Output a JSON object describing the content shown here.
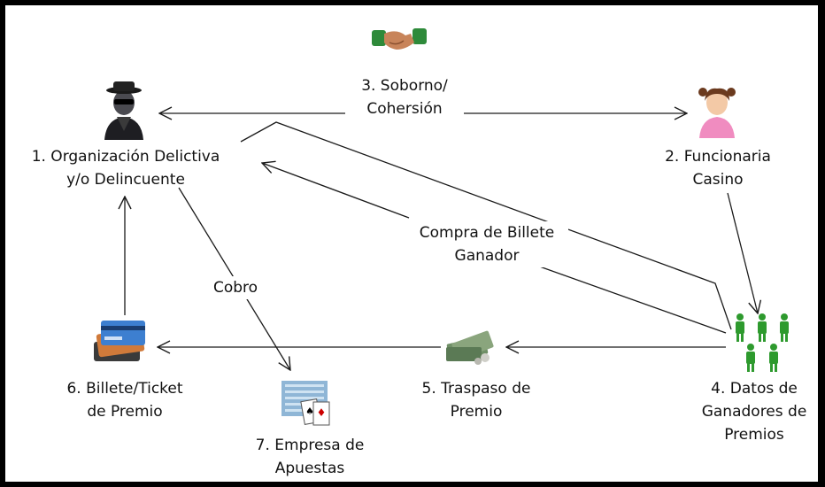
{
  "nodes": {
    "organizacion": {
      "line1": "1. Organización Delictiva",
      "line2": "y/o Delincuente",
      "icon": "criminal-icon"
    },
    "funcionaria": {
      "line1": "2. Funcionaria",
      "line2": "Casino",
      "icon": "woman-icon"
    },
    "soborno": {
      "line1": "3. Soborno/",
      "line2": "Cohersión",
      "icon": "handshake-icon"
    },
    "datos": {
      "line1": "4. Datos de",
      "line2": "Ganadores de",
      "line3": "Premios",
      "icon": "people-group-icon"
    },
    "traspaso": {
      "line1": "5.  Traspaso de",
      "line2": "Premio",
      "icon": "money-icon"
    },
    "billete": {
      "line1": "6. Billete/Ticket",
      "line2": "de Premio",
      "icon": "credit-cards-icon"
    },
    "empresa": {
      "line1": "7. Empresa de",
      "line2": "Apuestas",
      "icon": "casino-building-icon"
    }
  },
  "edges": {
    "compra": {
      "line1": "Compra de Billete",
      "line2": "Ganador"
    },
    "cobro": {
      "label": "Cobro"
    }
  },
  "colors": {
    "line": "#1a1a1a",
    "frame": "#000000",
    "people": "#2e9a2e",
    "skin_woman": "#f4a4c8"
  }
}
